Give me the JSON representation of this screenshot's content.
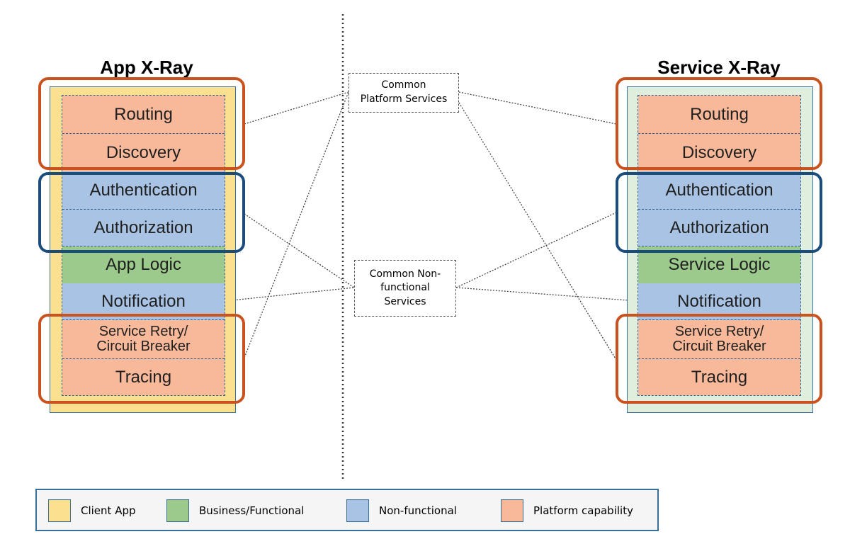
{
  "left_panel": {
    "title": "App X-Ray",
    "layers": {
      "routing": "Routing",
      "discovery": "Discovery",
      "authentication": "Authentication",
      "authorization": "Authorization",
      "logic": "App Logic",
      "notification": "Notification",
      "retry": "Service Retry/\nCircuit Breaker",
      "tracing": "Tracing"
    }
  },
  "right_panel": {
    "title": "Service X-Ray",
    "layers": {
      "routing": "Routing",
      "discovery": "Discovery",
      "authentication": "Authentication",
      "authorization": "Authorization",
      "logic": "Service Logic",
      "notification": "Notification",
      "retry": "Service Retry/\nCircuit Breaker",
      "tracing": "Tracing"
    }
  },
  "center": {
    "platform_services": "Common\nPlatform Services",
    "nonfunctional_services": "Common Non-\nfunctional\nServices"
  },
  "legend": [
    {
      "label": "Client App",
      "color": "#fbe08f"
    },
    {
      "label": "Business/Functional",
      "color": "#9cc98c"
    },
    {
      "label": "Non-functional",
      "color": "#a8c3e3"
    },
    {
      "label": "Platform capability",
      "color": "#f8b99a"
    }
  ],
  "colors": {
    "client_app_bg": "#fbe08f",
    "service_bg": "#dfeedd",
    "platform_group_outline": "#c9521f",
    "nonfunctional_group_outline": "#1a4c7d"
  }
}
